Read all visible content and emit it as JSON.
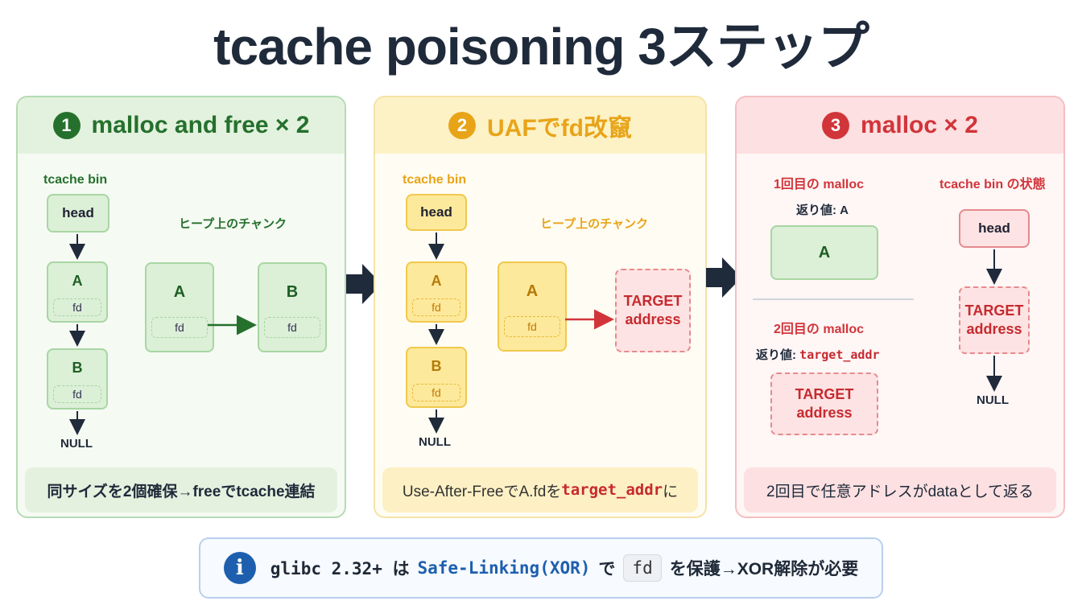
{
  "title": "tcache poisoning 3ステップ",
  "colors": {
    "green": "#25702d",
    "yellow": "#e8a418",
    "red": "#d1353a",
    "navy": "#1f2a3a",
    "info_blue": "#1d5fae"
  },
  "step1": {
    "num": "1",
    "title": "malloc and free × 2",
    "bin_label": "tcache bin",
    "head": "head",
    "node_a": "A",
    "node_b": "B",
    "fd": "fd",
    "null": "NULL",
    "heap_label": "ヒープ上のチャンク",
    "chunk_a": "A",
    "chunk_b": "B",
    "caption": "同サイズを2個確保→freeでtcache連結"
  },
  "step2": {
    "num": "2",
    "title": "UAFでfd改竄",
    "bin_label": "tcache bin",
    "head": "head",
    "node_a": "A",
    "node_b": "B",
    "fd": "fd",
    "null": "NULL",
    "heap_label": "ヒープ上のチャンク",
    "chunk_a": "A",
    "target_line1": "TARGET",
    "target_line2": "address",
    "caption_pre": "Use-After-FreeでA.fdを",
    "caption_code": "target_addr",
    "caption_post": "に"
  },
  "step3": {
    "num": "3",
    "title": "malloc × 2",
    "first_label": "1回目の malloc",
    "first_ret": "返り値: A",
    "first_box": "A",
    "second_label": "2回目の malloc",
    "second_ret_pre": "返り値: ",
    "second_ret_code": "target_addr",
    "target_line1": "TARGET",
    "target_line2": "address",
    "bin_state_label": "tcache bin の状態",
    "head": "head",
    "null": "NULL",
    "caption": "2回目で任意アドレスがdataとして返る"
  },
  "footer": {
    "icon": "i",
    "text1": "glibc 2.32+ は ",
    "text2": "Safe-Linking(XOR)",
    "text3": "で",
    "chip": "fd",
    "text4": "を保護→XOR解除が必要"
  }
}
